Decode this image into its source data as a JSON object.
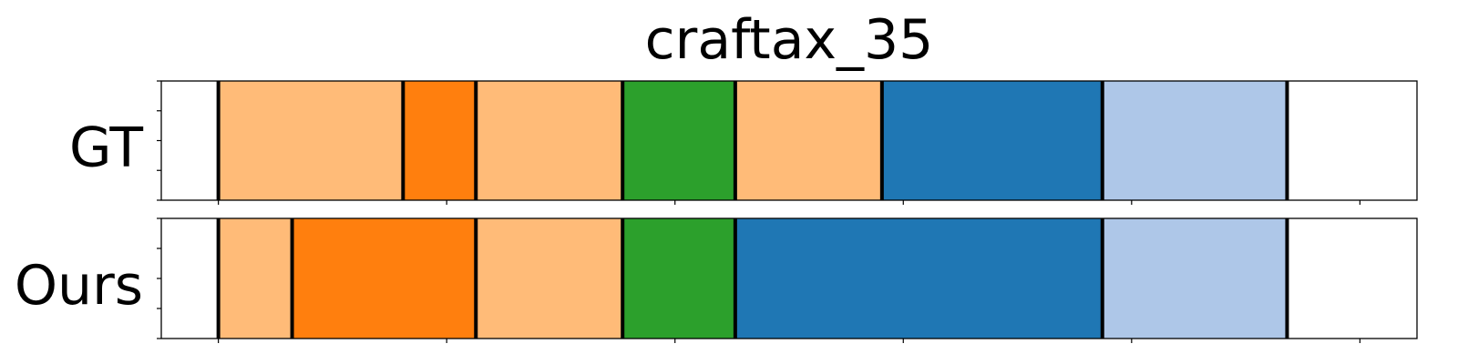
{
  "chart_data": {
    "type": "segmentation_timeline",
    "title": "craftax_35",
    "rows": [
      {
        "label": "GT",
        "segments": [
          {
            "start": 0,
            "end": 0.1618,
            "color": "#ffbb78"
          },
          {
            "start": 0.1618,
            "end": 0.2256,
            "color": "#ff7f0e"
          },
          {
            "start": 0.2256,
            "end": 0.3541,
            "color": "#ffbb78"
          },
          {
            "start": 0.3541,
            "end": 0.4528,
            "color": "#2ca02c"
          },
          {
            "start": 0.4528,
            "end": 0.5813,
            "color": "#ffbb78"
          },
          {
            "start": 0.5813,
            "end": 0.7744,
            "color": "#1f77b4"
          },
          {
            "start": 0.7744,
            "end": 0.9362,
            "color": "#aec7e8"
          }
        ],
        "boundaries": [
          0,
          0.1618,
          0.2256,
          0.3541,
          0.4528,
          0.5813,
          0.7744,
          0.9362
        ]
      },
      {
        "label": "Ours",
        "segments": [
          {
            "start": 0,
            "end": 0.0646,
            "color": "#ffbb78"
          },
          {
            "start": 0.0646,
            "end": 0.2256,
            "color": "#ff7f0e"
          },
          {
            "start": 0.2256,
            "end": 0.3541,
            "color": "#ffbb78"
          },
          {
            "start": 0.3541,
            "end": 0.4528,
            "color": "#2ca02c"
          },
          {
            "start": 0.4528,
            "end": 0.7744,
            "color": "#1f77b4"
          },
          {
            "start": 0.7744,
            "end": 0.9362,
            "color": "#aec7e8"
          }
        ],
        "boundaries": [
          0,
          0.0646,
          0.2256,
          0.3541,
          0.4528,
          0.7744,
          0.9362
        ]
      }
    ],
    "xlim": [
      -0.05,
      1.05
    ],
    "x_ticks": [
      0,
      0.2,
      0.4,
      0.6,
      0.8,
      1.0
    ],
    "y_ticks": [
      0,
      0.25,
      0.5,
      0.75,
      1.0
    ],
    "show_tick_labels": false,
    "grid": false
  }
}
